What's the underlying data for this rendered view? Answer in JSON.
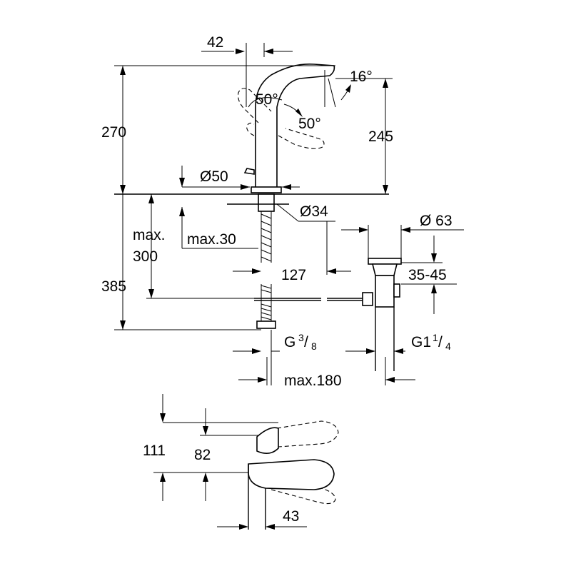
{
  "drawing": {
    "width": "42",
    "spout_angle": "16°",
    "lever_angle_left": "50°",
    "lever_angle_right": "50°",
    "total_height": "270",
    "spout_height": "245",
    "base_diameter": "Ø50",
    "hole_diameter": "Ø34",
    "max_label": "max.",
    "max_value": "300",
    "max_30": "max.30",
    "reach": "127",
    "waste_diameter": "Ø 63",
    "waste_range": "35-45",
    "installation_depth": "385",
    "connection_g": "G",
    "connection_g_sup": "3",
    "connection_g_sub": "8",
    "waste_thread": "G1",
    "waste_thread_sup": "1",
    "waste_thread_sub": "4",
    "max_180": "max.180",
    "top_height_111": "111",
    "top_height_82": "82",
    "top_offset_43": "43"
  }
}
